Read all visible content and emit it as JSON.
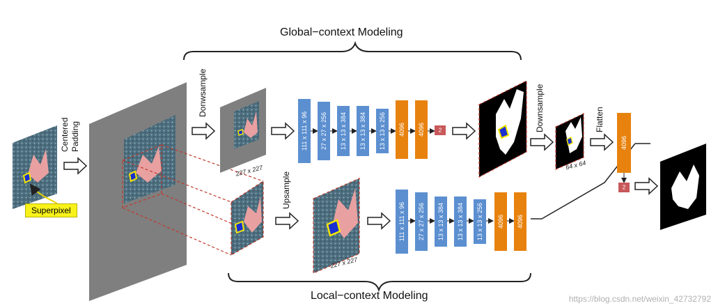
{
  "titles": {
    "global": "Global−context Modeling",
    "local": "Local−context Modeling"
  },
  "labels": {
    "centered_padding_1": "Centered",
    "centered_padding_2": "Padding",
    "superpixel": "Superpixel",
    "donwsample": "Donwsample",
    "upsample": "Upsample",
    "downsample": "Downsample",
    "flatten": "Flatten",
    "size_227_a": "227 x 227",
    "size_227_b": "227 x 227",
    "size_64": "64 x 64"
  },
  "global_layers": [
    {
      "text": "111 x 111 x 96",
      "kind": "blue"
    },
    {
      "text": "27 x 27 x 256",
      "kind": "blue"
    },
    {
      "text": "13 x 13 x 384",
      "kind": "blue"
    },
    {
      "text": "13 x 13 x 384",
      "kind": "blue"
    },
    {
      "text": "13 x 13 x 256",
      "kind": "blue"
    },
    {
      "text": "4096",
      "kind": "orange"
    },
    {
      "text": "4096",
      "kind": "orange"
    },
    {
      "text": "2",
      "kind": "red"
    }
  ],
  "local_layers": [
    {
      "text": "111 x 111 x 96",
      "kind": "blue"
    },
    {
      "text": "27 x 27 x 256",
      "kind": "blue"
    },
    {
      "text": "13 x 13 x 384",
      "kind": "blue"
    },
    {
      "text": "13 x 13 x 384",
      "kind": "blue"
    },
    {
      "text": "13 x 13 x 256",
      "kind": "blue"
    },
    {
      "text": "4096",
      "kind": "orange"
    },
    {
      "text": "4096",
      "kind": "orange"
    }
  ],
  "fusion": {
    "fc": "4096",
    "out": "2"
  },
  "watermark": "https://blog.csdn.net/weixin_42732792",
  "colors": {
    "blue": "#5b8fd0",
    "orange": "#e8820e",
    "red": "#c8585a",
    "gray": "#7f7f7f",
    "rock": "#4f6f7f",
    "leaf": "#e9a0a0",
    "dashed": "#c0392b"
  }
}
